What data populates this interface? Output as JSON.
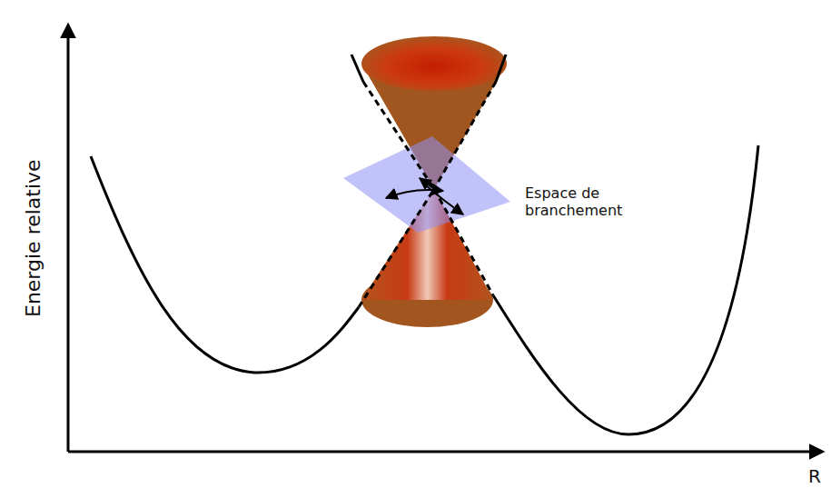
{
  "diagram": {
    "labels": [
      "Energie relative",
      "R",
      "Espace de branchement"
    ]
  }
}
